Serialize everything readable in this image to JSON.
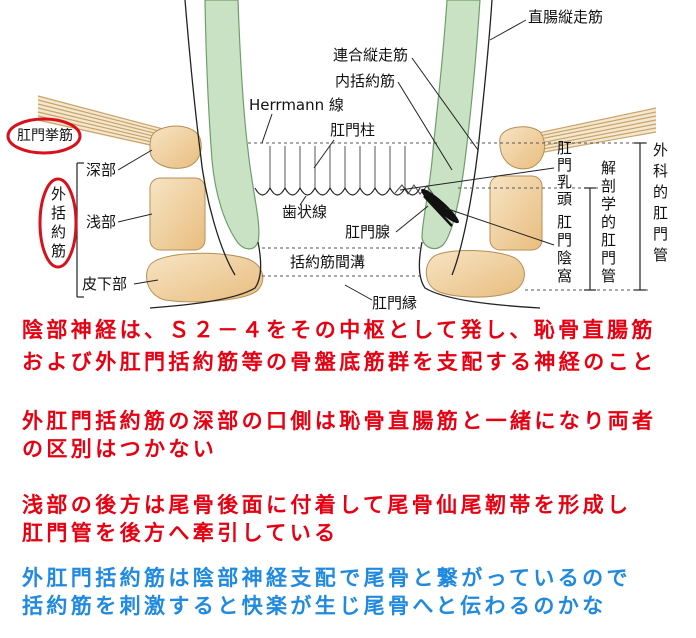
{
  "diagram": {
    "labels": {
      "rectal_longitudinal_muscle": "直腸縦走筋",
      "conjoint_longitudinal_muscle": "連合縦走筋",
      "internal_sphincter": "内括約筋",
      "herrmann_line": "Herrmann 線",
      "anal_column": "肛門柱",
      "levator_ani": "肛門挙筋",
      "deep_part": "深部",
      "external_sphincter": "外括約筋",
      "superficial_part": "浅部",
      "subcutaneous_part": "皮下部",
      "dentate_line": "歯状線",
      "anal_gland": "肛門腺",
      "intersphincteric_groove": "括約筋間溝",
      "anal_verge": "肛門縁",
      "anal_papilla": "肛門乳頭",
      "anal_crypt": "肛門陰窩",
      "anatomical_anal_canal": "解剖学的肛門管",
      "surgical_anal_canal": "外科的肛門管"
    },
    "colors": {
      "muscle_green": "#c8e2c3",
      "muscle_green_edge": "#6f9e6c",
      "sphincter_tan": "#e8bd7e",
      "sphincter_tan_light": "#f7e4c4",
      "levator_fill": "#f3e7d0",
      "levator_stripe": "#c9a46a",
      "highlight_red": "#d8101c",
      "gland_black": "#111111",
      "line_dark": "#222222"
    }
  },
  "notes": [
    {
      "color": "#e60012",
      "lines": [
        "陰部神経は、Ｓ２－４をその中枢として発し、恥骨直腸筋",
        "および外肛門括約筋等の骨盤底筋群を支配する神経のこと"
      ]
    },
    {
      "color": "#e60012",
      "lines": [
        "外肛門括約筋の深部の口側は恥骨直腸筋と一緒になり両者",
        "の区別はつかない"
      ]
    },
    {
      "color": "#e60012",
      "lines": [
        "浅部の後方は尾骨後面に付着して尾骨仙尾靭帯を形成し",
        "肛門管を後方へ牽引している"
      ]
    },
    {
      "color": "#1f8ae0",
      "lines": [
        "外肛門括約筋は陰部神経支配で尾骨と繋がっているので",
        "括約筋を刺激すると快楽が生じ尾骨へと伝わるのかな"
      ]
    }
  ]
}
